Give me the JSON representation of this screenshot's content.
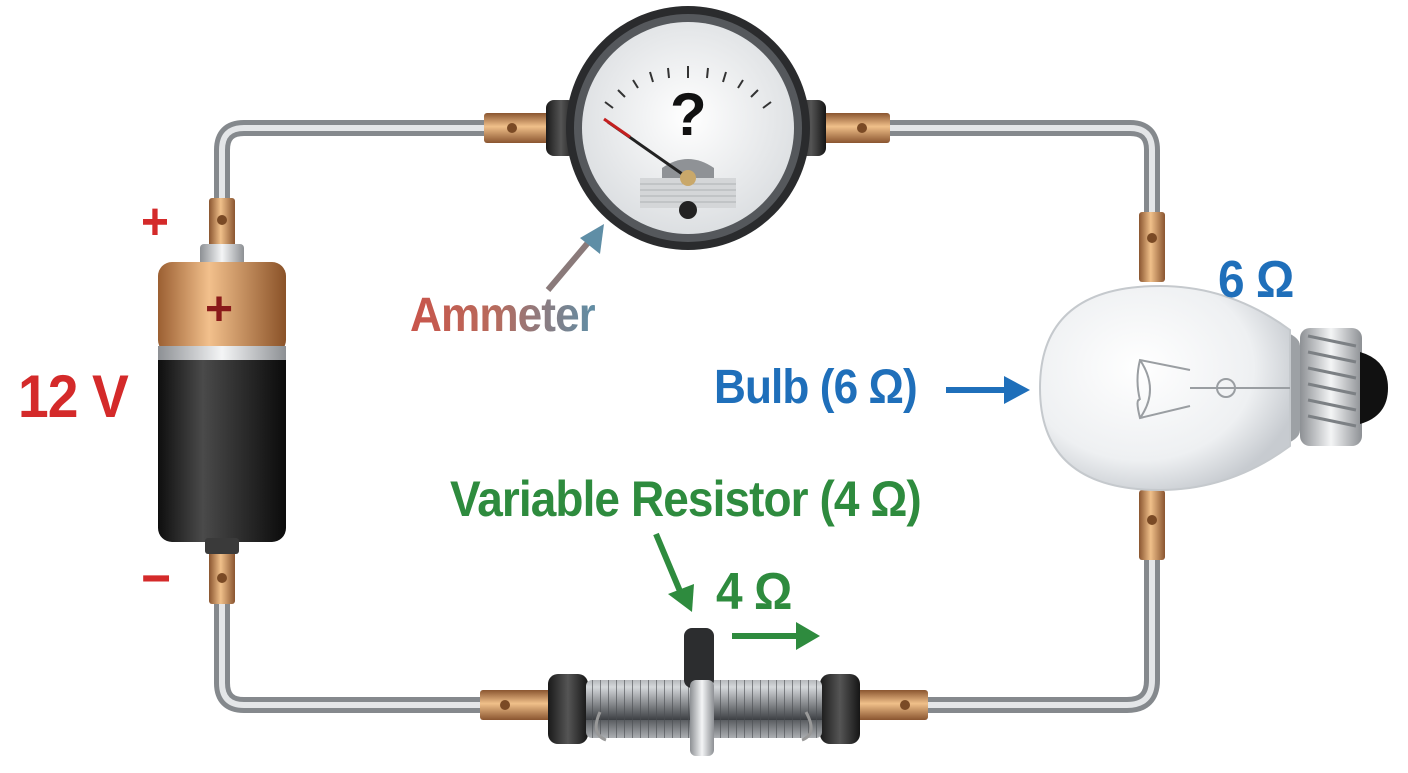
{
  "battery": {
    "voltage_label": "12 V",
    "positive_symbol": "+",
    "negative_symbol": "−",
    "body_plus_symbol": "+"
  },
  "ammeter": {
    "label": "Ammeter",
    "reading": "?"
  },
  "bulb": {
    "label": "Bulb (6 Ω)",
    "resistance_label": "6 Ω"
  },
  "variable_resistor": {
    "label": "Variable Resistor (4 Ω)",
    "resistance_label": "4 Ω"
  },
  "colors": {
    "battery_text": "#d42a2a",
    "bulb_text": "#1f6fba",
    "resistor_text": "#2e8b3e",
    "copper": "#c98a55",
    "wire": "#b9bcc0"
  }
}
